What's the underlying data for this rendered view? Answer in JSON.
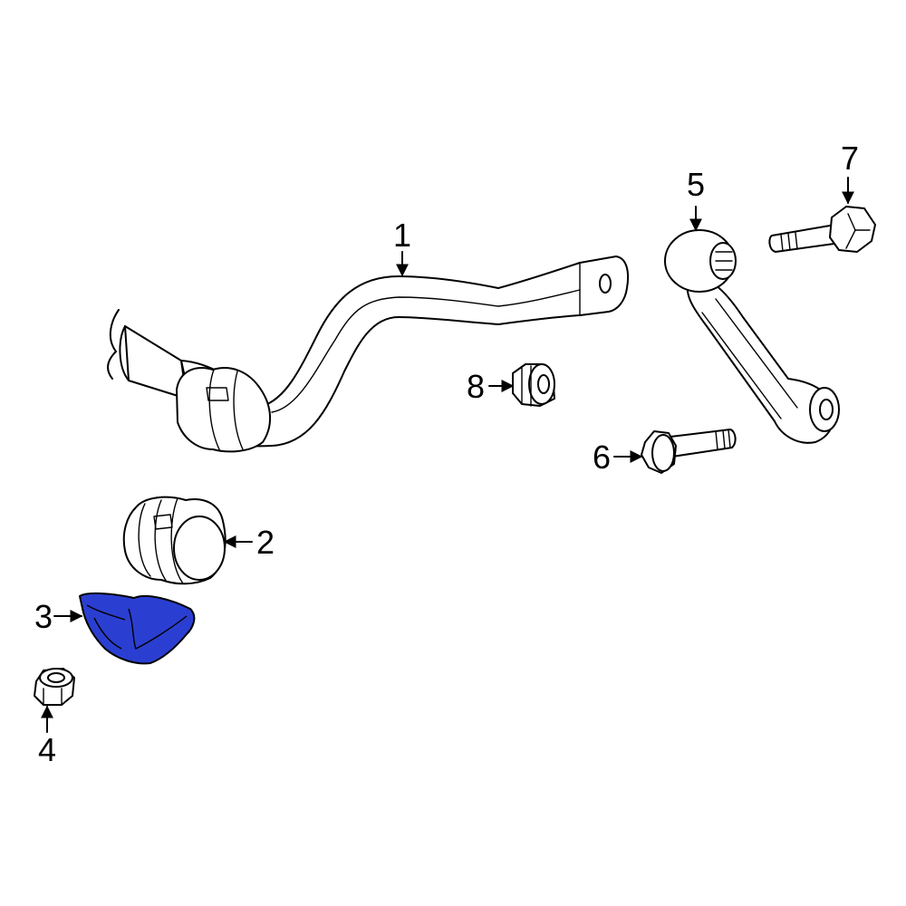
{
  "callouts": {
    "c1": "1",
    "c2": "2",
    "c3": "3",
    "c4": "4",
    "c5": "5",
    "c6": "6",
    "c7": "7",
    "c8": "8"
  },
  "colors": {
    "highlight": "#2a3fd1",
    "stroke": "#000000",
    "background": "#ffffff"
  },
  "highlighted_part": "3"
}
